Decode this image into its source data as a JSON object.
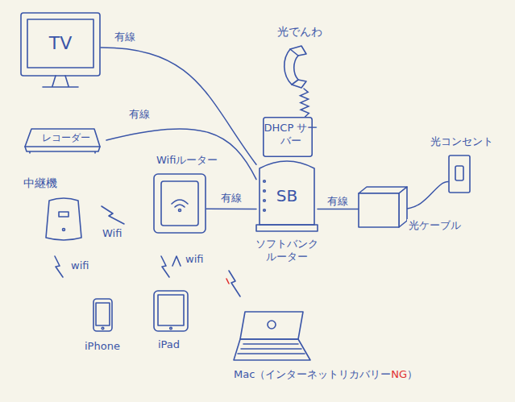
{
  "diagram": {
    "nodes": [
      {
        "text": [
          "TV"
        ]
      },
      {
        "text": [
          "レコーダー"
        ]
      },
      {
        "text": [
          "光でんわ"
        ]
      },
      {
        "text": [
          "DHCP サーバー"
        ]
      },
      {
        "text": [
          "SB",
          "ソフトバンク ルーター"
        ]
      },
      {
        "text": [
          "中継機"
        ]
      },
      {
        "text": [
          "Wifiルーター"
        ]
      },
      {
        "text": [
          "光コンセント"
        ]
      },
      {
        "text": [
          "iPhone"
        ]
      },
      {
        "text": [
          "iPad"
        ]
      },
      {
        "text": [
          "Mac（インターネットリカバリー",
          "NG",
          "）"
        ]
      }
    ],
    "edges": [
      {
        "from": 0,
        "to": 4,
        "label": "有線",
        "arrow": "none"
      },
      {
        "from": 1,
        "to": 4,
        "label": "有線",
        "arrow": "none"
      },
      {
        "from": 2,
        "to": 3,
        "arrow": "none"
      },
      {
        "from": 6,
        "to": 4,
        "label": "有線",
        "arrow": "none"
      },
      {
        "from": 4,
        "to": 7,
        "arrow": "none"
      }
    ],
    "labels": [
      "Wifi",
      "wifi",
      "wifi",
      "有線",
      "光ケーブル"
    ]
  }
}
